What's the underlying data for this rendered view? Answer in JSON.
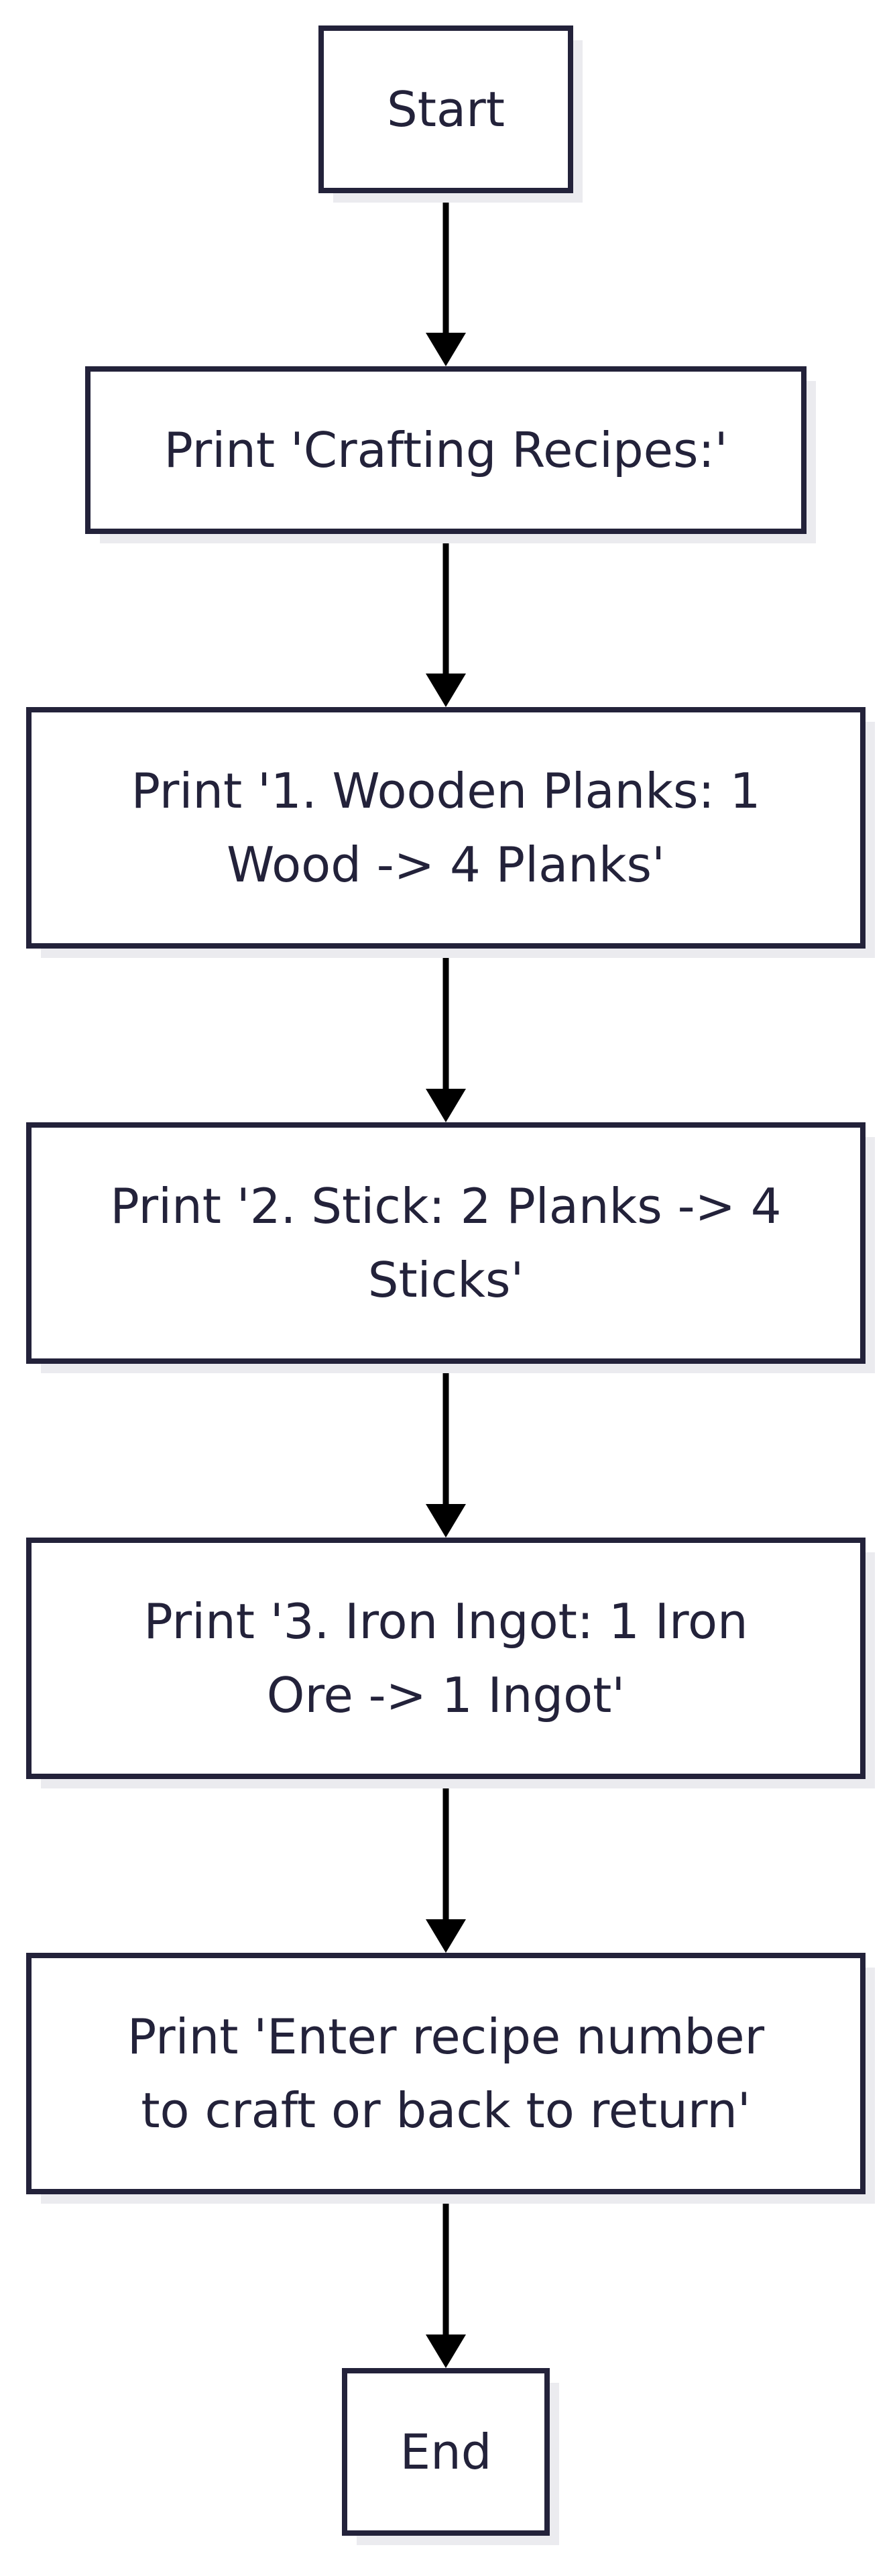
{
  "flowchart": {
    "nodes": [
      {
        "id": "start",
        "lines": [
          "Start"
        ]
      },
      {
        "id": "print-crafting-recipes",
        "lines": [
          "Print 'Crafting Recipes:'"
        ]
      },
      {
        "id": "print-recipe-1",
        "lines": [
          "Print '1. Wooden Planks: 1",
          "Wood -> 4 Planks'"
        ]
      },
      {
        "id": "print-recipe-2",
        "lines": [
          "Print '2. Stick: 2 Planks -> 4",
          "Sticks'"
        ]
      },
      {
        "id": "print-recipe-3",
        "lines": [
          "Print '3. Iron Ingot: 1 Iron",
          "Ore -> 1 Ingot'"
        ]
      },
      {
        "id": "print-enter-recipe",
        "lines": [
          "Print 'Enter recipe number",
          "to craft or back to return'"
        ]
      },
      {
        "id": "end",
        "lines": [
          "End"
        ]
      }
    ],
    "edges": [
      {
        "from": "start",
        "to": "print-crafting-recipes"
      },
      {
        "from": "print-crafting-recipes",
        "to": "print-recipe-1"
      },
      {
        "from": "print-recipe-1",
        "to": "print-recipe-2"
      },
      {
        "from": "print-recipe-2",
        "to": "print-recipe-3"
      },
      {
        "from": "print-recipe-3",
        "to": "print-enter-recipe"
      },
      {
        "from": "print-enter-recipe",
        "to": "end"
      }
    ],
    "colors": {
      "node_border": "#23223a",
      "node_fill": "#ffffff",
      "node_text": "#23223a",
      "node_shadow": "#ebebef",
      "edge": "#000000"
    }
  }
}
